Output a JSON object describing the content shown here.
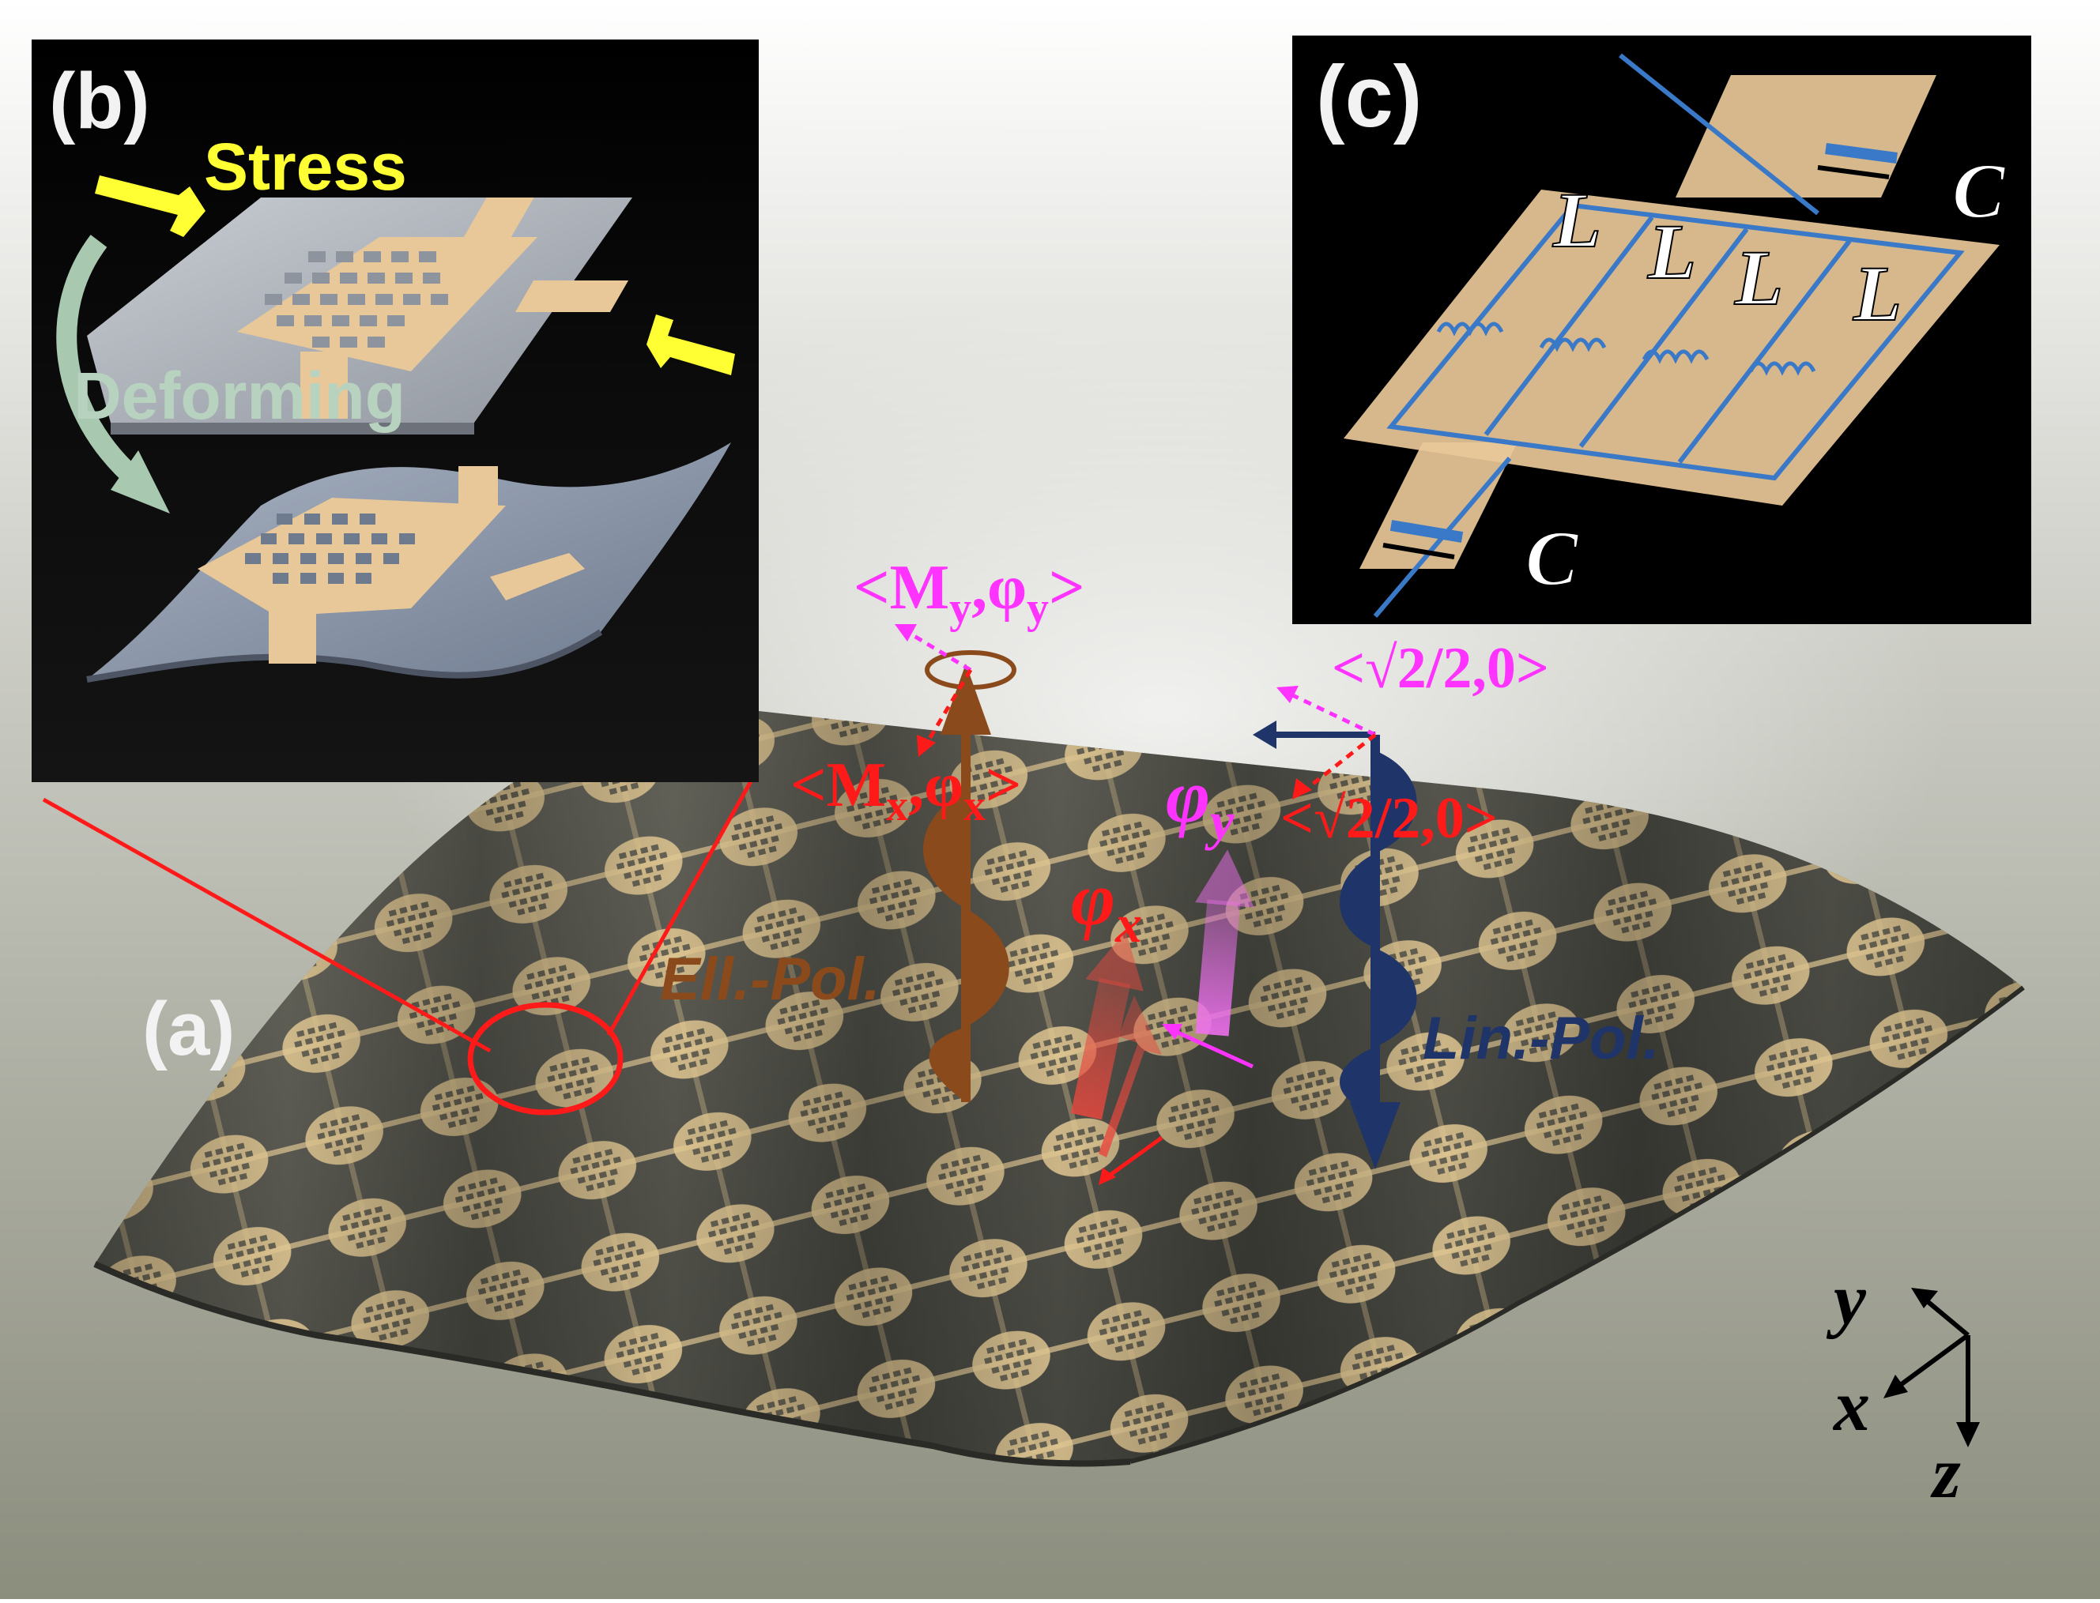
{
  "panels": {
    "a": {
      "label": "(a)"
    },
    "b": {
      "label": "(b)",
      "stress": "Stress",
      "deforming": "Deforming"
    },
    "c": {
      "label": "(c)",
      "inductor": "L",
      "capacitor": "C"
    }
  },
  "waves": {
    "elliptical": {
      "label": "Ell.-Pol.",
      "my_pre": "<M",
      "my_sub": "y",
      "my_mid": ",φ",
      "my_sub2": "y",
      "my_post": ">",
      "mx_pre": "<M",
      "mx_sub": "x",
      "mx_mid": ",φ",
      "mx_sub2": "x",
      "mx_post": ">"
    },
    "linear": {
      "label": "Lin.-Pol.",
      "top_value": "<√2/2,0>",
      "bottom_value": "<√2/2,0>"
    },
    "phases": {
      "phi": "φ",
      "x": "x",
      "y": "y"
    }
  },
  "axes": {
    "x": "x",
    "y": "y",
    "z": "z"
  },
  "colors": {
    "red": "#ff1a1a",
    "magenta": "#ff33ff",
    "brown": "#8a4a1c",
    "navy": "#1f3468",
    "yellow": "#ffff33",
    "gold": "#e9c896",
    "ground": "#8e8f80"
  }
}
